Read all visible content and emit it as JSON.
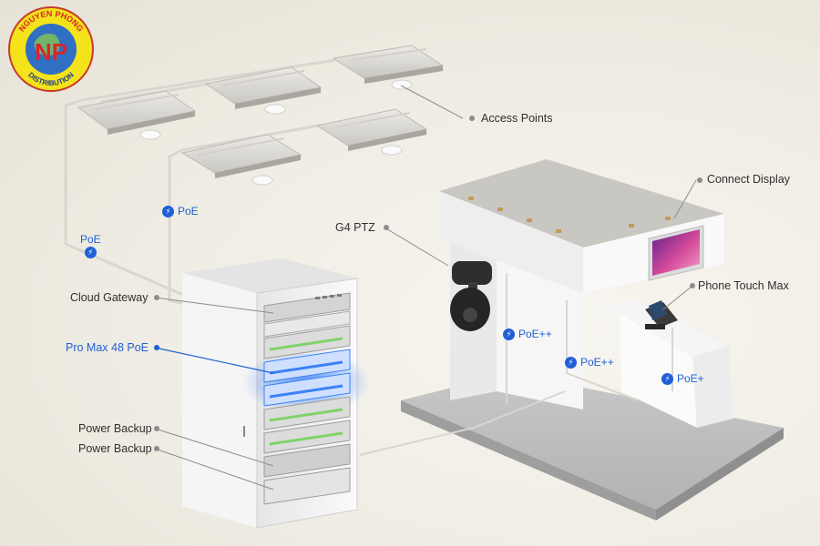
{
  "logo": {
    "text_top": "NGUYEN PHONG",
    "text_bottom": "DISTRIBUTION",
    "monogram": "NP",
    "colors": {
      "ring": "#f4e21a",
      "inner": "#d6262b",
      "globe": "#2f6fc4"
    }
  },
  "labels": {
    "access_points": "Access Points",
    "connect_display": "Connect Display",
    "g4_ptz": "G4 PTZ",
    "phone_touch_max": "Phone Touch Max",
    "cloud_gateway": "Cloud Gateway",
    "pro_max_48_poe": "Pro Max 48 PoE",
    "power_backup_1": "Power Backup",
    "power_backup_2": "Power Backup"
  },
  "poe_tags": {
    "poe_left": "PoE",
    "poe_mid": "PoE",
    "poe_pp_camera": "PoE++",
    "poe_pp_display": "PoE++",
    "poe_plus_phone": "PoE+"
  },
  "icons": {
    "bolt": "lightning-bolt-icon",
    "label_dot": "dot-icon"
  },
  "colors": {
    "accent": "#1f5fd6",
    "highlight_switch": "#3b82f6",
    "label_text": "#2f2f2f",
    "leader_line": "#8c8c8c",
    "cable": "#d9d6cf"
  }
}
